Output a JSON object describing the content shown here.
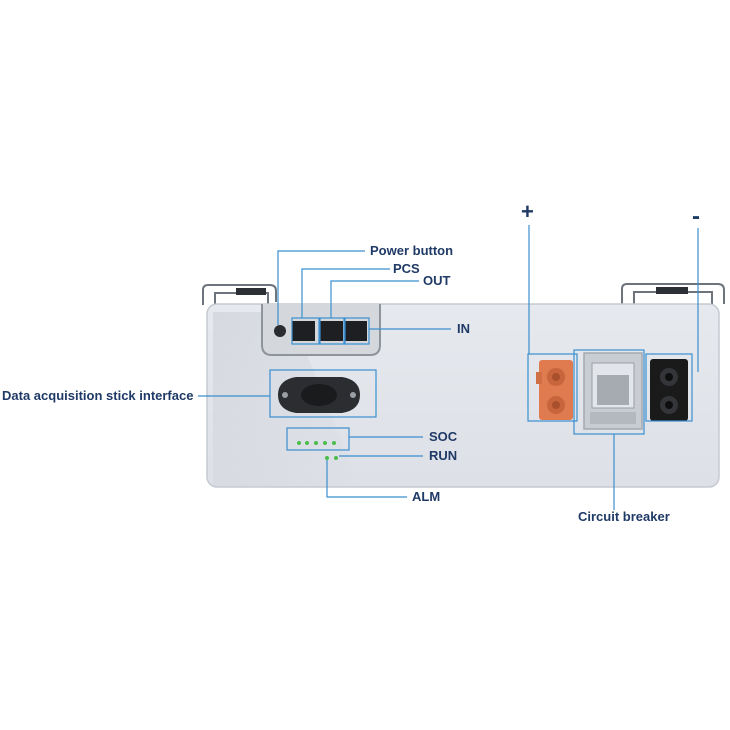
{
  "labels": {
    "power_button": "Power button",
    "pcs": "PCS",
    "out": "OUT",
    "in": "IN",
    "data_acquisition": "Data acquisition stick interface",
    "soc": "SOC",
    "run": "RUN",
    "alm": "ALM",
    "circuit_breaker": "Circuit breaker",
    "plus": "+",
    "minus": "-"
  },
  "colors": {
    "label_text": "#1f3a66",
    "callout_line": "#3a8fd0",
    "housing": "#e9ebef",
    "positive_terminal": "#e07b4f",
    "negative_terminal": "#1a1a1a",
    "led": "#4cbc4c"
  }
}
